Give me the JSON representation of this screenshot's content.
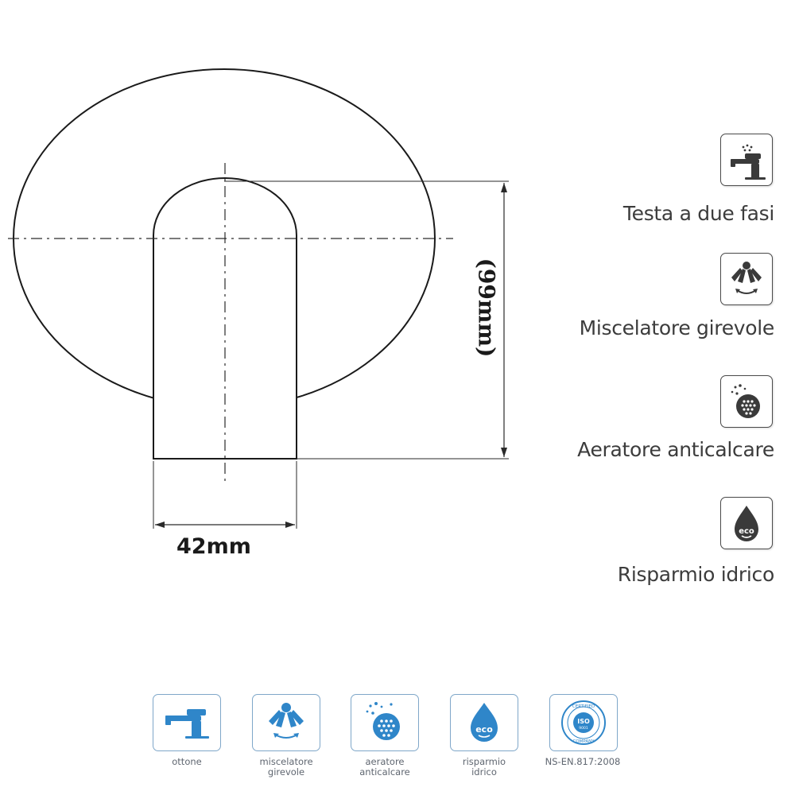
{
  "diagram": {
    "width_label": "42mm",
    "height_label": "(99mm)"
  },
  "features": [
    {
      "icon": "faucet-icon",
      "label": "Testa a due fasi"
    },
    {
      "icon": "swivel-spray-icon",
      "label": "Miscelatore girevole"
    },
    {
      "icon": "aerator-icon",
      "label": "Aeratore anticalcare"
    },
    {
      "icon": "eco-drop-icon",
      "label": "Risparmio idrico"
    }
  ],
  "badges": [
    {
      "icon": "faucet-icon",
      "line1": "ottone",
      "line2": ""
    },
    {
      "icon": "swivel-spray-icon",
      "line1": "miscelatore",
      "line2": "girevole"
    },
    {
      "icon": "aerator-icon",
      "line1": "aeratore",
      "line2": "anticalcare"
    },
    {
      "icon": "eco-drop-icon",
      "line1": "risparmio",
      "line2": "idrico"
    },
    {
      "icon": "iso-seal-icon",
      "line1": "NS-EN.817:2008",
      "line2": ""
    }
  ],
  "iso_seal": {
    "top_text": "CERTIFIED",
    "center_text": "ISO",
    "number_text": "9001",
    "bottom_text": "COMPANY"
  },
  "eco_text": "eco",
  "colors": {
    "line": "#1a1a1a",
    "feature_text": "#3c3c3c",
    "badge_border": "#7fa7c9",
    "badge_icon": "#2f86c9",
    "badge_text": "#5f6670"
  }
}
